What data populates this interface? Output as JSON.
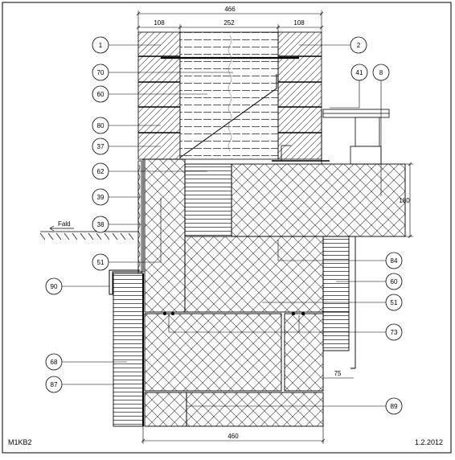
{
  "drawing": {
    "code": "M1KB2",
    "date": "1.2.2012"
  },
  "dimensions": {
    "top_total": "466",
    "top_left": "108",
    "top_mid": "252",
    "top_right": "108",
    "bottom_total": "460",
    "right_height": "180",
    "small_offset": "75"
  },
  "ground_label": "Fald",
  "callouts": {
    "c1": "1",
    "c2": "2",
    "c70": "70",
    "c60a": "60",
    "c41": "41",
    "c8": "8",
    "c80": "80",
    "c37": "37",
    "c62": "62",
    "c39": "39",
    "c38": "38",
    "c51a": "51",
    "c84": "84",
    "c60b": "60",
    "c90": "90",
    "c51b": "51",
    "c73": "73",
    "c68": "68",
    "c87": "87",
    "c89": "89"
  },
  "colors": {
    "line": "#000000",
    "hatch": "#1a1a1a",
    "paper": "#ffffff"
  }
}
